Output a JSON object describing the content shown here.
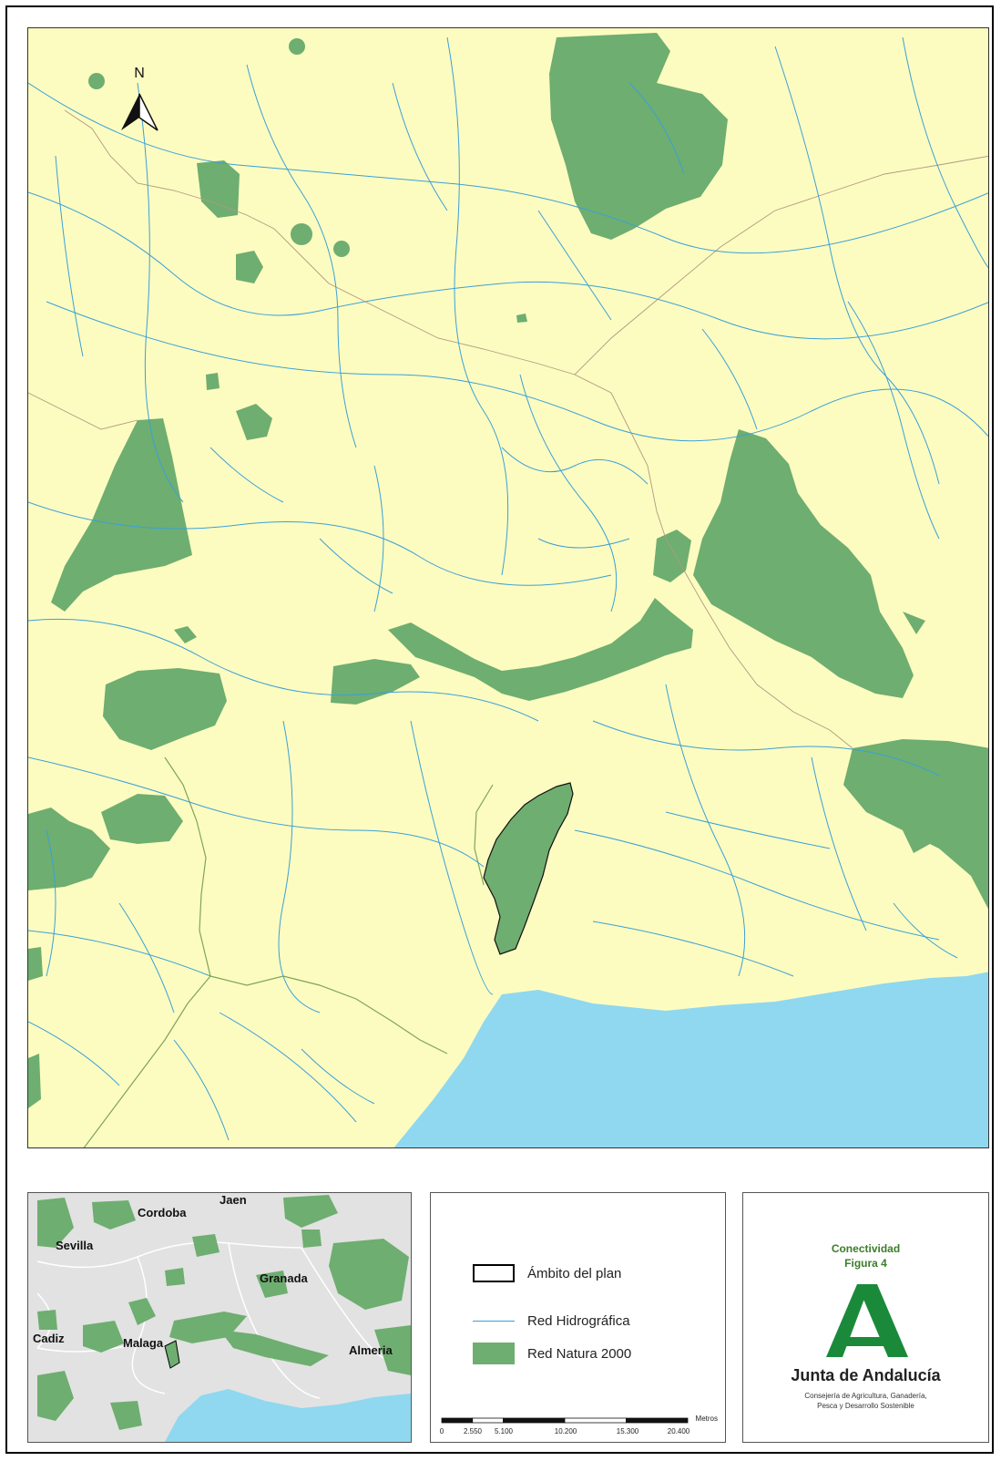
{
  "north_arrow": {
    "label": "N"
  },
  "legend": {
    "items": [
      {
        "label": "Ámbito del plan"
      },
      {
        "label": "Red Hidrográfica"
      },
      {
        "label": "Red Natura 2000"
      }
    ],
    "scale": {
      "unit": "Metros",
      "ticks": [
        "0",
        "2.550",
        "5.100",
        "10.200",
        "15.300",
        "20.400"
      ],
      "tick_values": [
        0,
        2550,
        5100,
        10200,
        15300,
        20400
      ]
    }
  },
  "title_block": {
    "title": "Conectividad",
    "figure": "Figura 4",
    "org_name": "Junta de Andalucía",
    "org_sub_1": "Consejería de Agricultura, Ganadería,",
    "org_sub_2": "Pesca y Desarrollo Sostenible"
  },
  "inset": {
    "cities": [
      "Cordoba",
      "Jaen",
      "Sevilla",
      "Granada",
      "Cadiz",
      "Malaga",
      "Almeria"
    ]
  },
  "colors": {
    "land": "#fdfcc0",
    "natura": "#6eae70",
    "sea": "#8fd8f0",
    "river": "#3aa0d8",
    "boundary": "#b09a80",
    "inset_land": "#e2e2e2",
    "title_green": "#3c7d2a"
  }
}
